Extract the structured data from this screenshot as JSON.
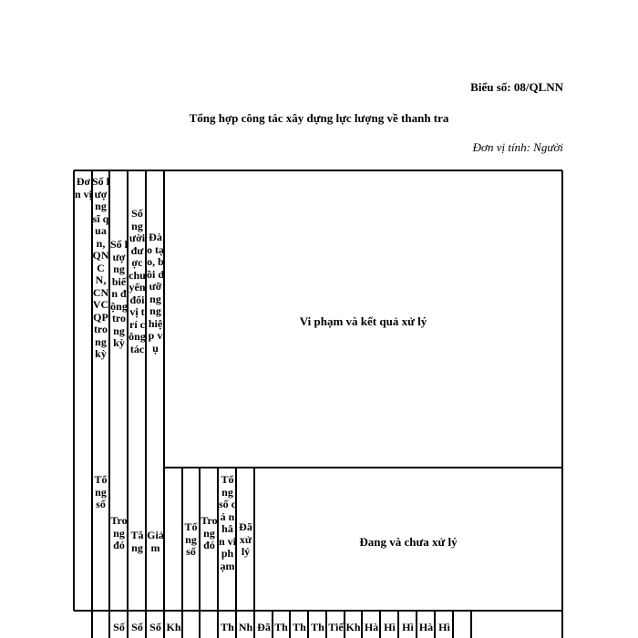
{
  "header": {
    "form_code": "Biểu số: 08/QLNN",
    "title": "Tổng hợp công tác xây dựng lực lượng về thanh tra",
    "unit": "Đơn vị tính: Người"
  },
  "table": {
    "row1": {
      "don_vi": "Đơn vị",
      "so_luong_si_quan": "Số lượng sĩ quan, QNCN, CNVCQP trong kỳ",
      "so_luong_bien_dong": "Số lượng biến động trong kỳ",
      "so_nguoi_chuyen_doi": "Số người được chuyển đổi vị trí công tác",
      "dao_tao": "Đào tạo, bồi dưỡng nghiệp vụ",
      "vi_pham": "Vi phạm và kết quả xử lý"
    },
    "row2": {
      "tong_so": "Tổng số",
      "trong_do_1": "Trong đó",
      "tang": "Tăng",
      "giam": "Giảm",
      "tong_so_2": "Tổng số",
      "trong_do_2": "Trong đó",
      "tong_so_ca_nhan": "Tổng số cá nhân vi phạm",
      "da_xu_ly": "Đã xử lý",
      "dang_chua_xu_ly": "Đang và chưa xử lý"
    },
    "row3": [
      "Số",
      "Số",
      "Số",
      "Kh",
      "",
      "",
      "",
      "",
      "Th",
      "Nh",
      "Đã",
      "Th",
      "Th",
      "Th",
      "Tiế",
      "Kh",
      "Hà",
      "Hì",
      "Hì",
      "Hà",
      "Hì"
    ]
  }
}
